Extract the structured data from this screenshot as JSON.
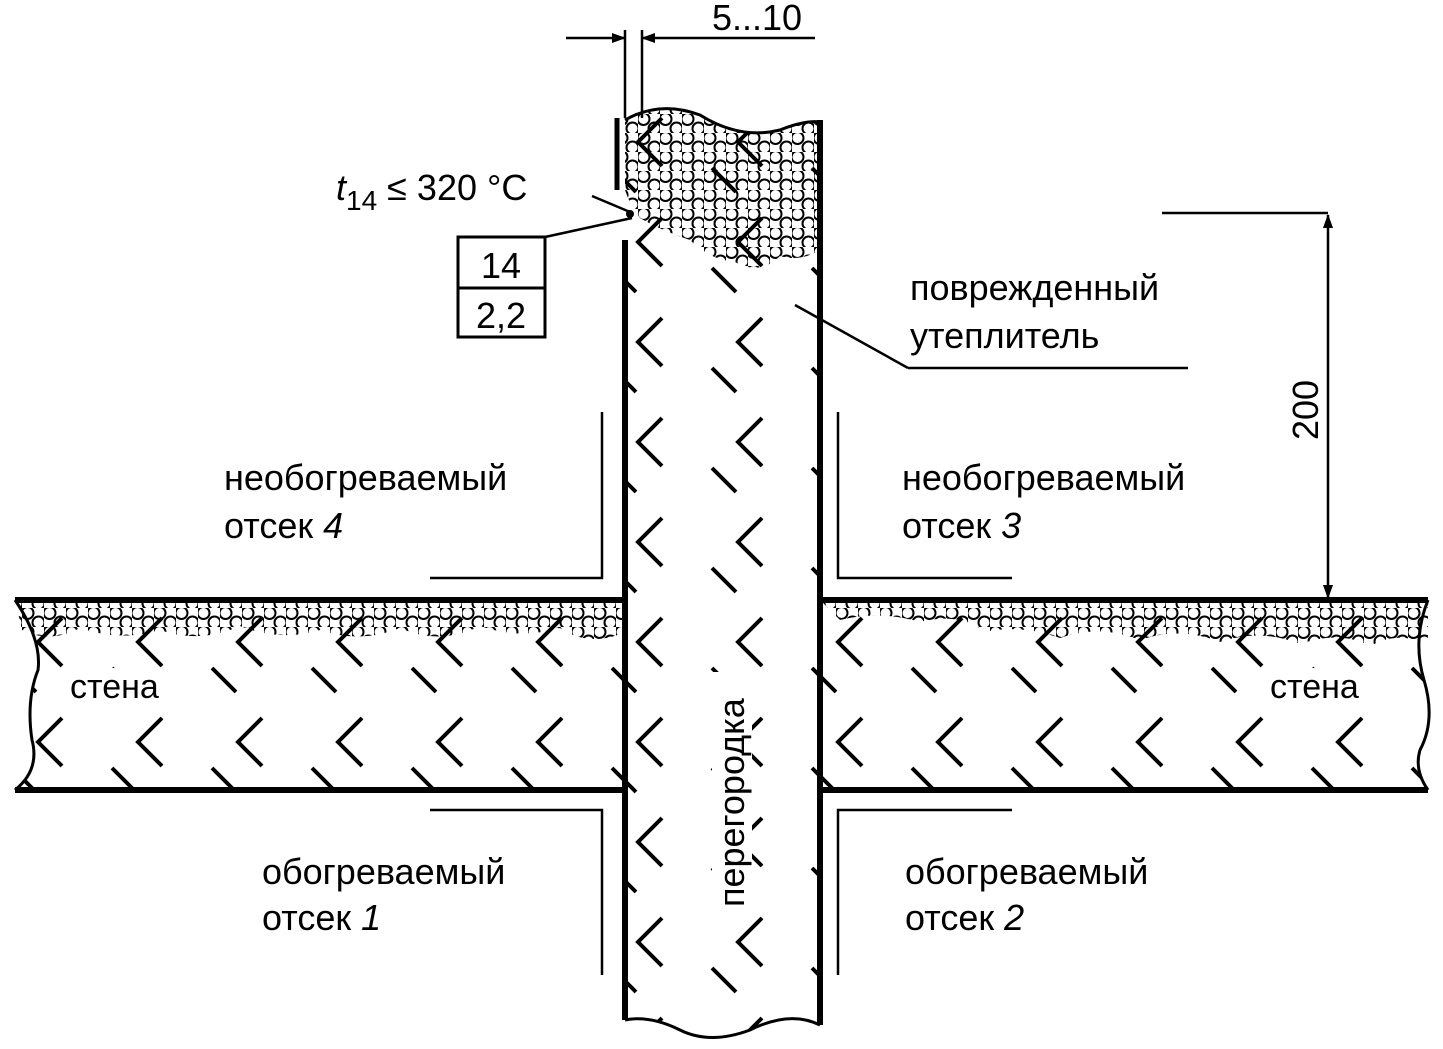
{
  "labels": {
    "dim_gap": "5...10",
    "dim_height": "200",
    "temp_t": "t",
    "temp_sub": "14",
    "temp_rest": " ≤ 320 °С",
    "point_number": "14",
    "point_value": "2,2",
    "damaged_line1": "поврежденный",
    "damaged_line2": "утеплитель",
    "unheated_left_line1": "необогреваемый",
    "unheated_left_line2": "отсек ",
    "unheated_left_num": "4",
    "unheated_right_line1": "необогреваемый",
    "unheated_right_line2": "отсек ",
    "unheated_right_num": "3",
    "heated_left_line1": "обогреваемый",
    "heated_left_line2": "отсек ",
    "heated_left_num": "1",
    "heated_right_line1": "обогреваемый",
    "heated_right_line2": "отсек ",
    "heated_right_num": "2",
    "wall_left": "стена",
    "wall_right": "стена",
    "partition": "перегородка"
  },
  "colors": {
    "ink": "#000000",
    "background": "#ffffff"
  }
}
